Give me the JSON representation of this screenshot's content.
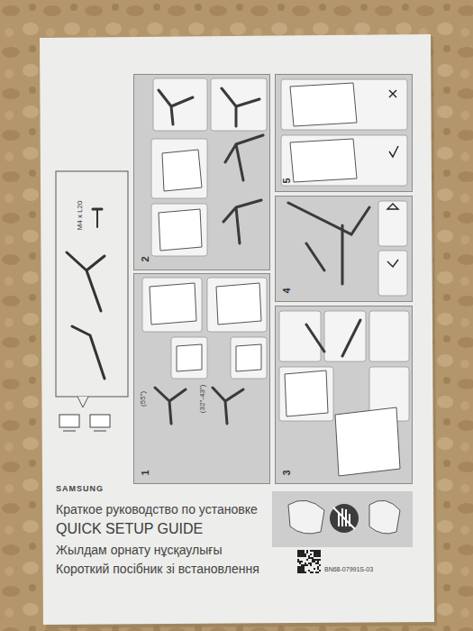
{
  "diagram": {
    "title": "QUICK SETUP GUIDE",
    "nodes": [
      {
        "text": [
          "M4 x L20"
        ]
      },
      {
        "text": [
          "1"
        ]
      },
      {
        "text": [
          "2"
        ]
      },
      {
        "text": [
          "3"
        ]
      },
      {
        "text": [
          "4"
        ]
      },
      {
        "text": [
          "5"
        ]
      }
    ],
    "labels": [
      "(55\")",
      "(32\"-43\")",
      "SAMSUNG",
      "Краткое руководство по установке",
      "Жылдам орнату нұсқаулығы",
      "Короткий посібник зі встановлення",
      "BN68-07991S-03"
    ]
  }
}
